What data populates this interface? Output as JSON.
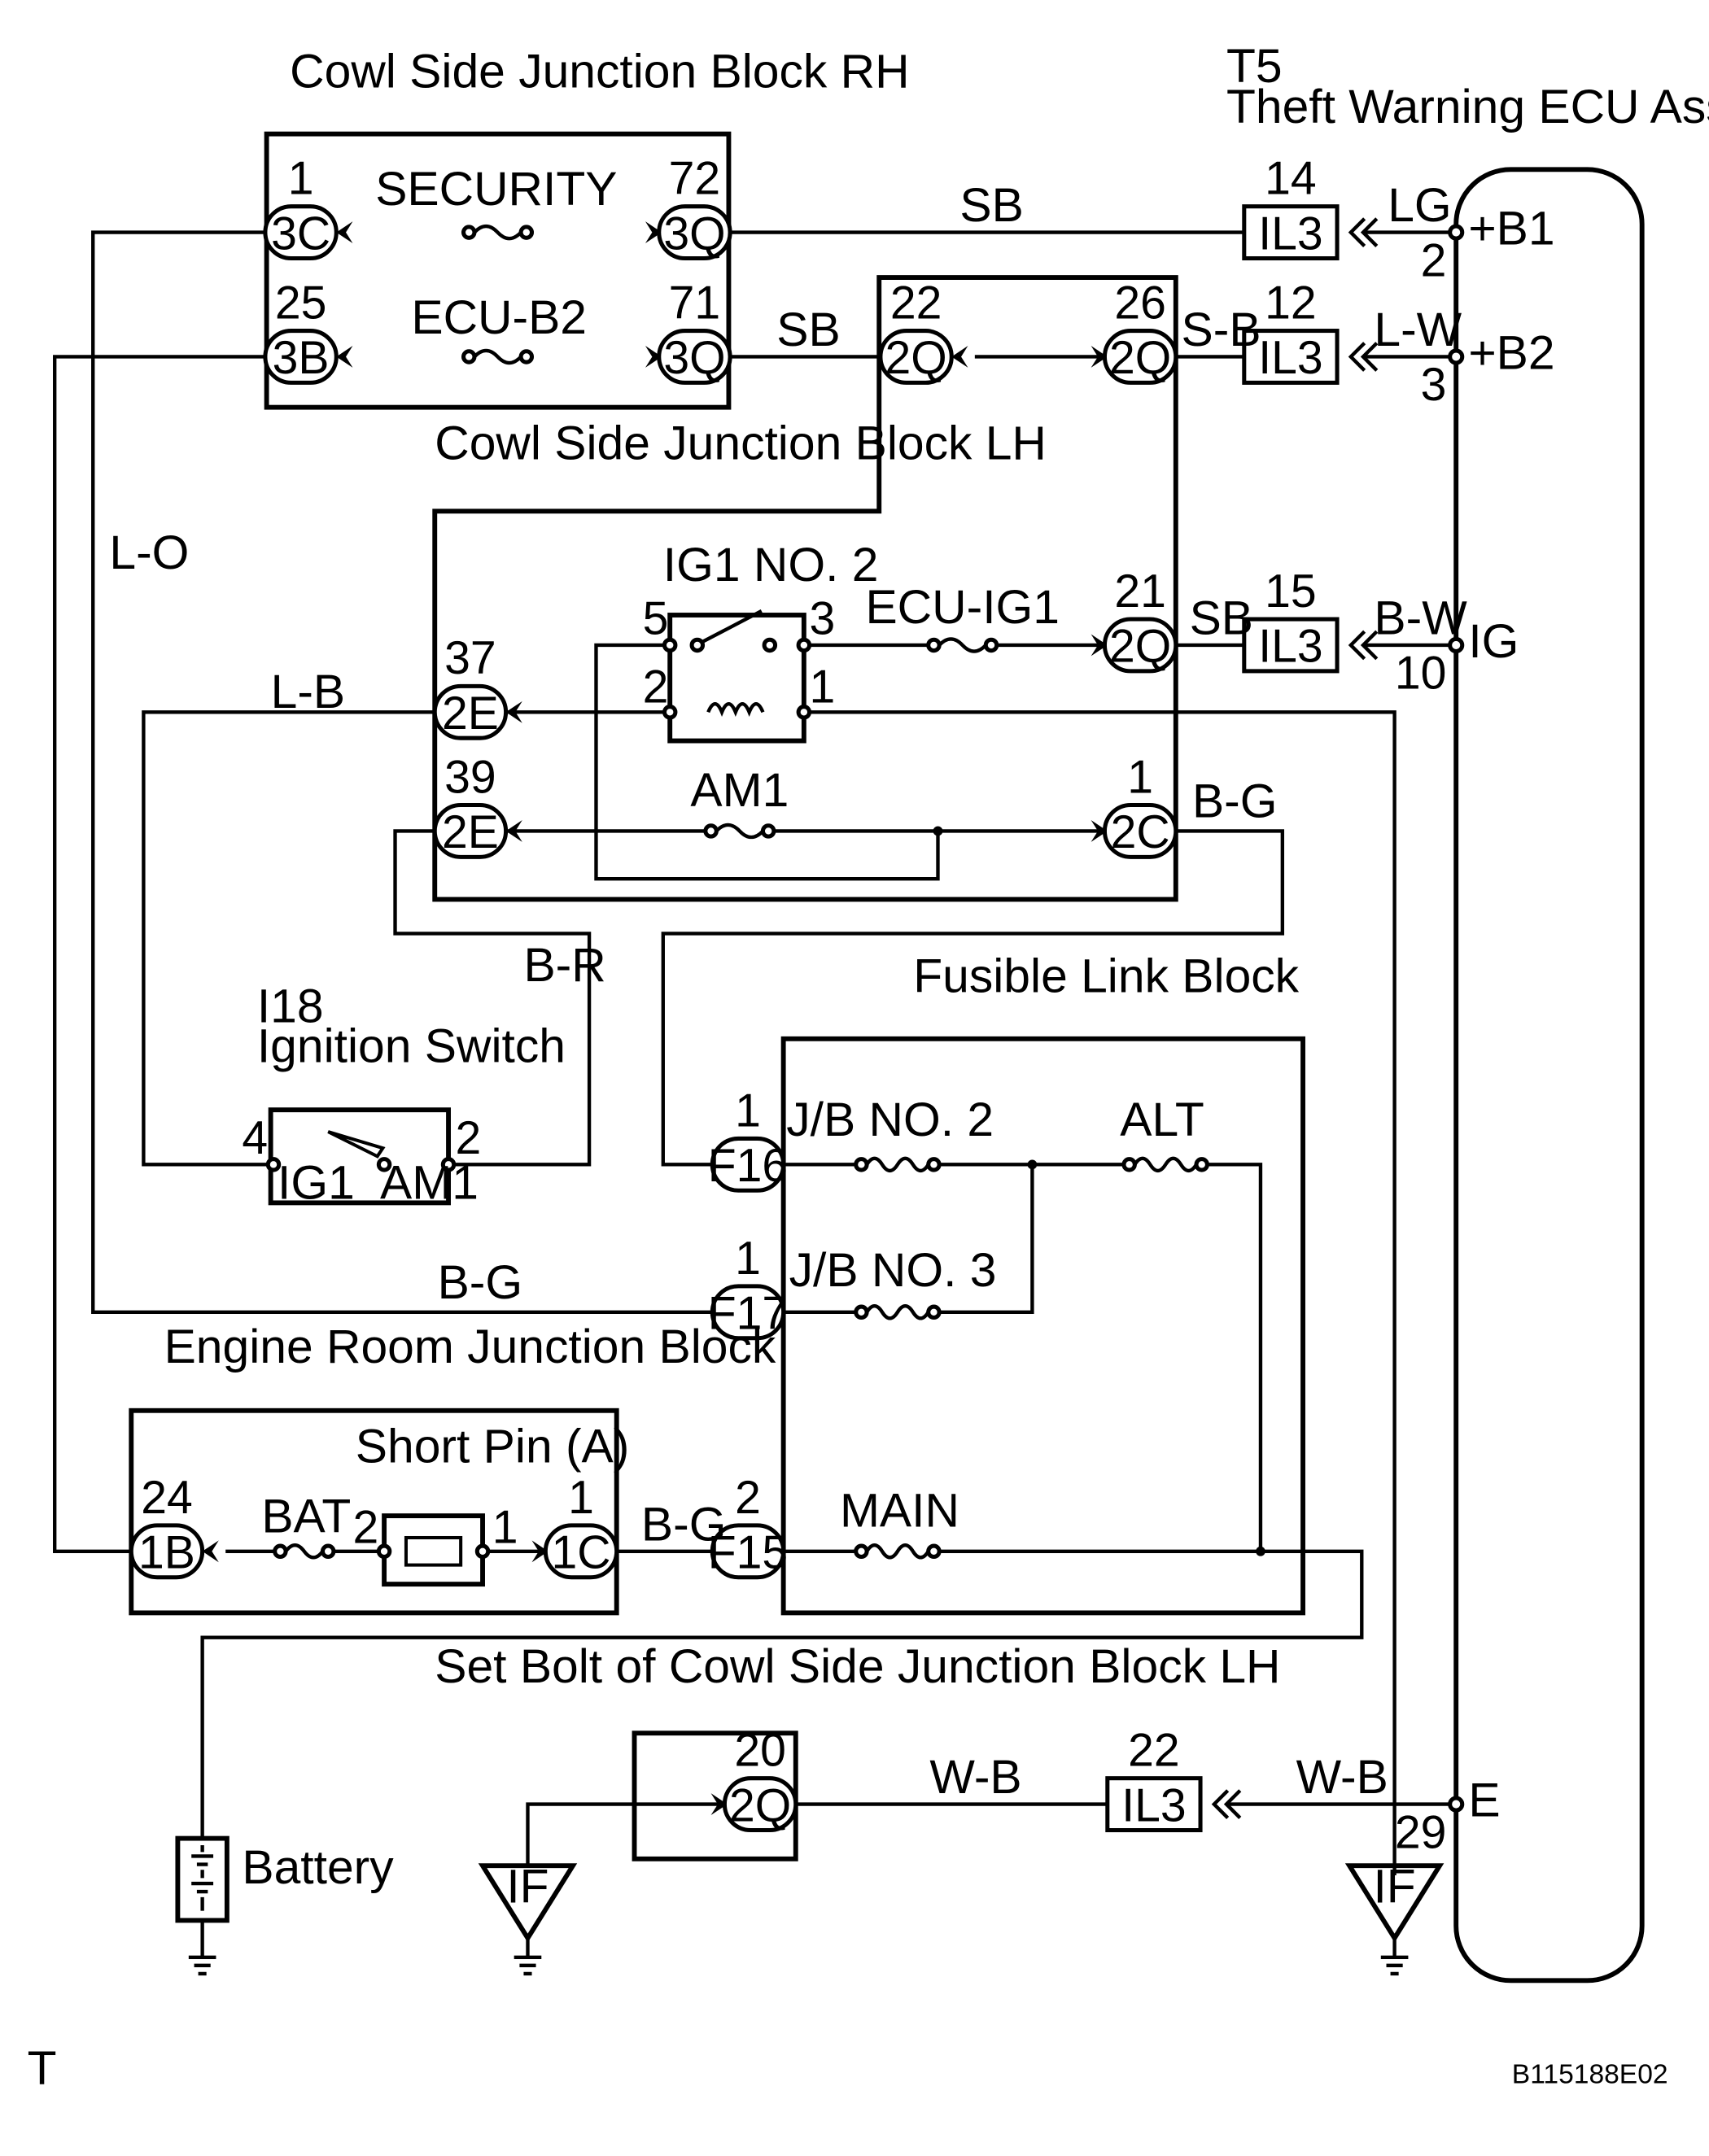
{
  "footer": {
    "corner_letter": "T",
    "figure_id": "B115188E02"
  },
  "components": {
    "cowl_rh": {
      "title": "Cowl Side Junction Block RH"
    },
    "cowl_lh": {
      "title": "Cowl Side Junction Block LH"
    },
    "ecu": {
      "code": "T5",
      "title": "Theft Warning ECU Assembly"
    },
    "fusible_link": {
      "title": "Fusible Link Block"
    },
    "engine_room": {
      "title": "Engine Room Junction Block",
      "short_pin": "Short Pin (A)"
    },
    "ignition_switch": {
      "code": "I18",
      "title": "Ignition Switch",
      "contact_ig1": "IG1",
      "contact_am1": "AM1"
    },
    "relay": {
      "title": "IG1 NO. 2"
    },
    "battery": {
      "label": "Battery"
    },
    "set_bolt": {
      "title": "Set Bolt of Cowl Side Junction Block LH"
    }
  },
  "fuses": {
    "security": "SECURITY",
    "ecu_b2": "ECU-B2",
    "ecu_ig1": "ECU-IG1",
    "am1": "AM1",
    "jb_no2": "J/B NO. 2",
    "alt": "ALT",
    "jb_no3": "J/B NO. 3",
    "main": "MAIN",
    "bat": "BAT"
  },
  "connectors": {
    "c3c": {
      "code": "3C",
      "pin": "1"
    },
    "c3q_72": {
      "code": "3Q",
      "pin": "72"
    },
    "c3b": {
      "code": "3B",
      "pin": "25"
    },
    "c3q_71": {
      "code": "3Q",
      "pin": "71"
    },
    "c2q_22": {
      "code": "2Q",
      "pin": "22"
    },
    "c2q_26": {
      "code": "2Q",
      "pin": "26"
    },
    "c2q_21": {
      "code": "2Q",
      "pin": "21"
    },
    "c2e_37": {
      "code": "2E",
      "pin": "37"
    },
    "c2e_39": {
      "code": "2E",
      "pin": "39"
    },
    "c2c": {
      "code": "2C",
      "pin": "1"
    },
    "cf16": {
      "code": "F16",
      "pin": "1"
    },
    "cf17": {
      "code": "F17",
      "pin": "1"
    },
    "cf15": {
      "code": "F15",
      "pin": "2"
    },
    "c1b": {
      "code": "1B",
      "pin": "24"
    },
    "c1c": {
      "code": "1C",
      "pin": "1"
    },
    "c2q_20": {
      "code": "2Q",
      "pin": "20"
    }
  },
  "il3": {
    "b1": {
      "code": "IL3",
      "pin": "14"
    },
    "b2": {
      "code": "IL3",
      "pin": "12"
    },
    "ig": {
      "code": "IL3",
      "pin": "15"
    },
    "e": {
      "code": "IL3",
      "pin": "22"
    }
  },
  "ecu_terminals": {
    "b1": {
      "name": "+B1",
      "pin": "2"
    },
    "b2": {
      "name": "+B2",
      "pin": "3"
    },
    "ig": {
      "name": "IG",
      "pin": "10"
    },
    "e": {
      "name": "E",
      "pin": "29"
    }
  },
  "pins": {
    "relay_5": "5",
    "relay_3": "3",
    "relay_2": "2",
    "relay_1": "1",
    "sw_4": "4",
    "sw_2": "2",
    "sp_2": "2",
    "sp_1": "1"
  },
  "wires": {
    "sb_top": "SB",
    "lg": "LG",
    "sb_mid": "SB",
    "s_b": "S-B",
    "l_w": "L-W",
    "sb_ig": "SB",
    "b_w": "B-W",
    "l_o": "L-O",
    "l_b": "L-B",
    "b_g_2c": "B-G",
    "b_r": "B-R",
    "b_g_f17": "B-G",
    "b_g_f15": "B-G",
    "w_b_1": "W-B",
    "w_b_2": "W-B"
  },
  "grounds": {
    "left": "IF",
    "right": "IF"
  }
}
